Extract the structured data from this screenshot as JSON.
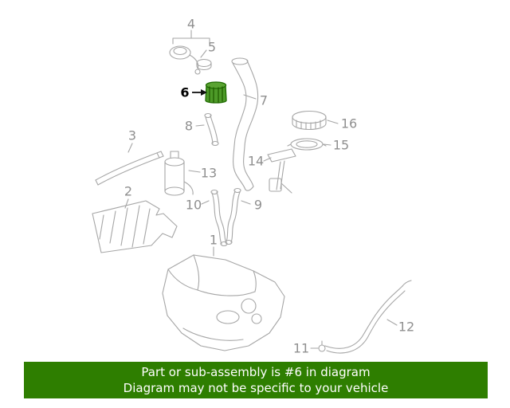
{
  "diagram": {
    "labels": {
      "l1": "1",
      "l2": "2",
      "l3": "3",
      "l4": "4",
      "l5": "5",
      "l6": "6",
      "l7": "7",
      "l8": "8",
      "l9": "9",
      "l10": "10",
      "l11": "11",
      "l12": "12",
      "l13": "13",
      "l14": "14",
      "l15": "15",
      "l16": "16"
    },
    "highlighted_part": "6",
    "highlight_color": "#3e8e1c",
    "line_color": "#a6a6a6"
  },
  "banner": {
    "line1": "Part or sub-assembly is #6 in diagram",
    "line2": "Diagram may not be specific to your vehicle",
    "background_color": "#2e7e00",
    "text_color": "#ffffff"
  }
}
